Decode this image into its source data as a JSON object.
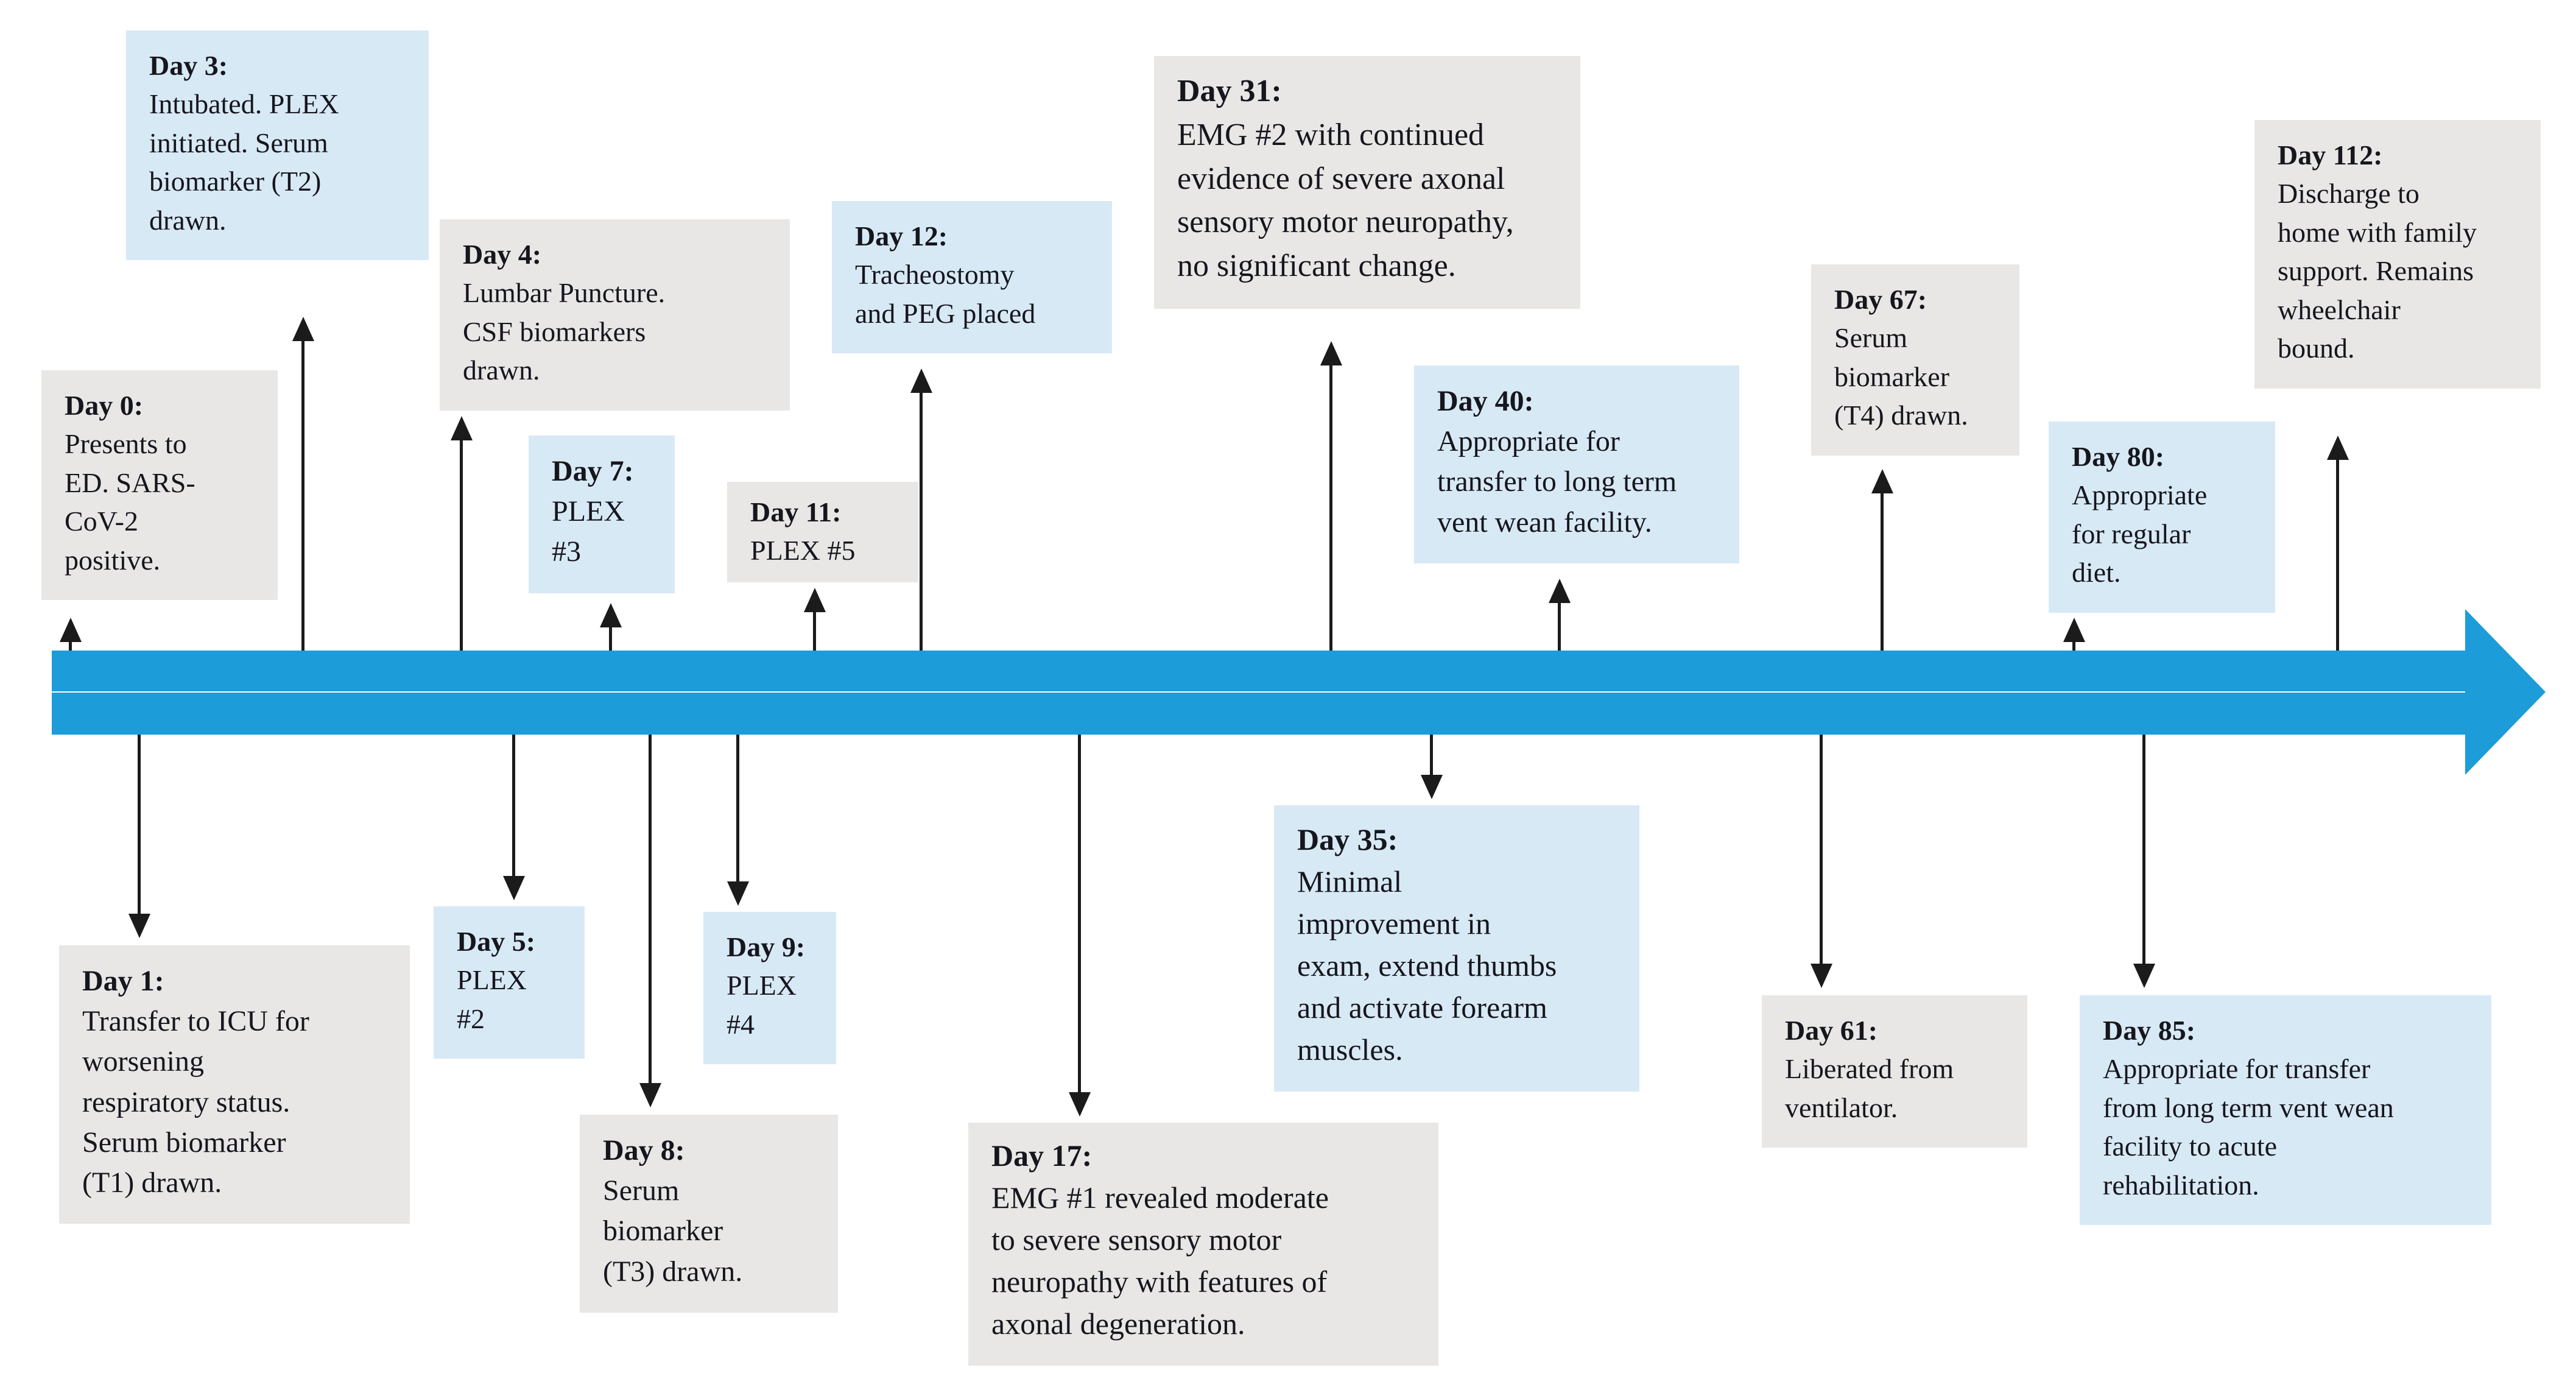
{
  "diagram": {
    "type": "clinical-course-timeline",
    "direction": "left-to-right",
    "colors": {
      "timeline_bar": "#1C9CD8",
      "event_gray": "#E8E7E6",
      "event_blue": "#D8E9F6",
      "connector": "#1B1B1B",
      "text": "#16161D"
    }
  },
  "events": [
    {
      "id": "day0",
      "label": "Day 0:",
      "variant": "gray",
      "side": "above",
      "lines": [
        "Presents to",
        "ED. SARS-",
        "CoV-2",
        "positive."
      ]
    },
    {
      "id": "day1",
      "label": "Day 1:",
      "variant": "gray",
      "side": "below",
      "lines": [
        "Transfer to ICU for",
        "worsening",
        "respiratory status.",
        "Serum biomarker",
        "(T1) drawn."
      ]
    },
    {
      "id": "day3",
      "label": "Day 3:",
      "variant": "blue",
      "side": "above",
      "lines": [
        "Intubated. PLEX",
        "initiated. Serum",
        "biomarker (T2)",
        "drawn."
      ]
    },
    {
      "id": "day4",
      "label": "Day 4:",
      "variant": "gray",
      "side": "above",
      "lines": [
        "Lumbar Puncture.",
        "CSF biomarkers",
        "drawn."
      ]
    },
    {
      "id": "day5",
      "label": "Day 5:",
      "variant": "blue",
      "side": "below",
      "lines": [
        "PLEX",
        "#2"
      ]
    },
    {
      "id": "day7",
      "label": "Day 7:",
      "variant": "blue",
      "side": "above",
      "lines": [
        "PLEX",
        "#3"
      ]
    },
    {
      "id": "day8",
      "label": "Day 8:",
      "variant": "gray",
      "side": "below",
      "lines": [
        "Serum",
        "biomarker",
        "(T3) drawn."
      ]
    },
    {
      "id": "day9",
      "label": "Day 9:",
      "variant": "blue",
      "side": "below",
      "lines": [
        "PLEX",
        "#4"
      ]
    },
    {
      "id": "day11",
      "label": "Day 11:",
      "variant": "gray",
      "side": "above",
      "lines": [
        "PLEX #5"
      ]
    },
    {
      "id": "day12",
      "label": "Day 12:",
      "variant": "blue",
      "side": "above",
      "lines": [
        "Tracheostomy",
        "and PEG placed"
      ]
    },
    {
      "id": "day17",
      "label": "Day 17:",
      "variant": "gray",
      "side": "below",
      "lines": [
        "EMG #1 revealed moderate",
        "to severe sensory motor",
        "neuropathy with features of",
        "axonal degeneration."
      ]
    },
    {
      "id": "day31",
      "label": "Day 31:",
      "variant": "gray",
      "side": "above",
      "lines": [
        "EMG #2 with continued",
        "evidence of severe axonal",
        "sensory motor neuropathy,",
        "no significant change."
      ]
    },
    {
      "id": "day35",
      "label": "Day 35:",
      "variant": "blue",
      "side": "below",
      "lines": [
        "Minimal",
        "improvement in",
        "exam, extend thumbs",
        "and activate forearm",
        "muscles."
      ]
    },
    {
      "id": "day40",
      "label": "Day 40:",
      "variant": "blue",
      "side": "above",
      "lines": [
        "Appropriate for",
        "transfer to long term",
        "vent wean facility."
      ]
    },
    {
      "id": "day61",
      "label": "Day 61:",
      "variant": "gray",
      "side": "below",
      "lines": [
        "Liberated from",
        "ventilator."
      ]
    },
    {
      "id": "day67",
      "label": "Day 67:",
      "variant": "gray",
      "side": "above",
      "lines": [
        "Serum",
        "biomarker",
        "(T4) drawn."
      ]
    },
    {
      "id": "day80",
      "label": "Day 80:",
      "variant": "blue",
      "side": "above",
      "lines": [
        "Appropriate",
        "for regular",
        "diet."
      ]
    },
    {
      "id": "day85",
      "label": "Day 85:",
      "variant": "blue",
      "side": "below",
      "lines": [
        "Appropriate for transfer",
        "from long term vent wean",
        "facility to acute",
        "rehabilitation."
      ]
    },
    {
      "id": "day112",
      "label": "Day 112:",
      "variant": "gray",
      "side": "above",
      "lines": [
        "Discharge to",
        "home with family",
        "support. Remains",
        "wheelchair",
        "bound."
      ]
    }
  ]
}
